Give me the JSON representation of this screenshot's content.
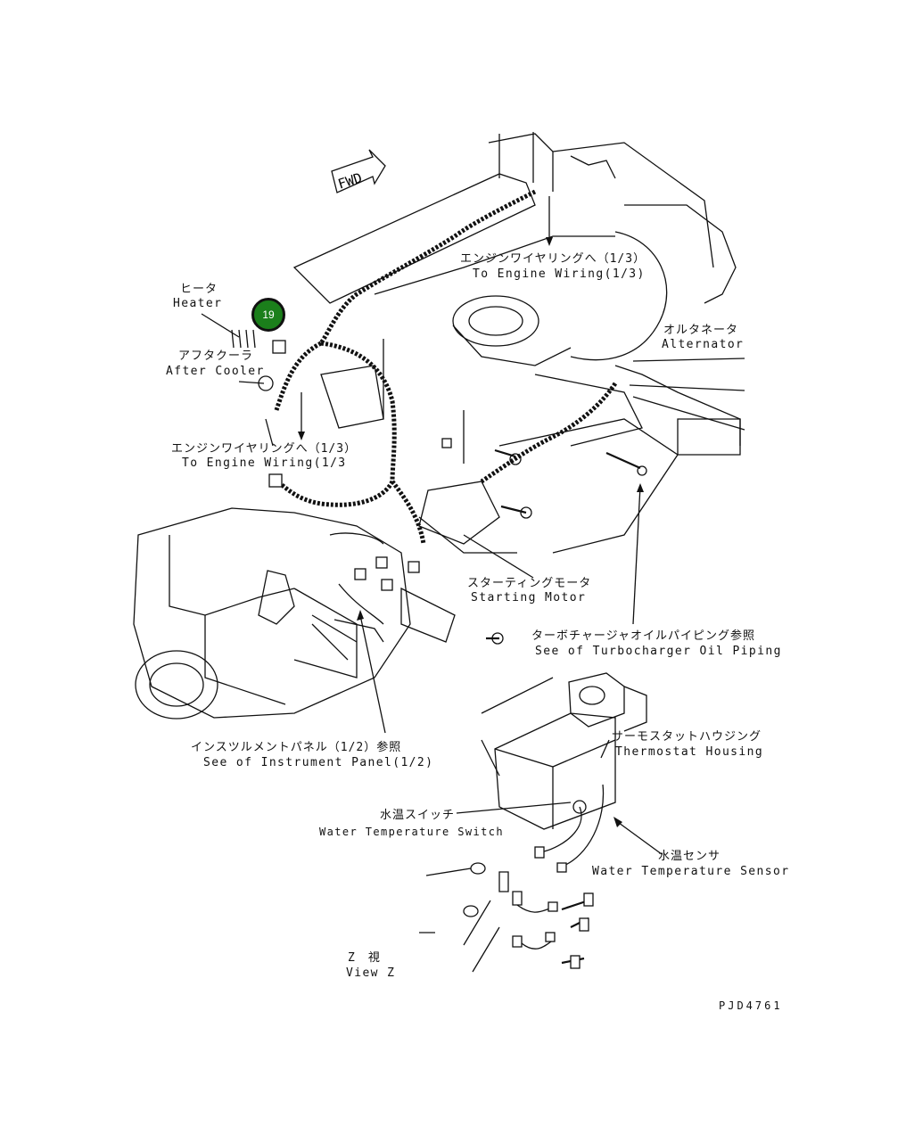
{
  "callout_badge": {
    "number": "19",
    "color": "#1b7f1b"
  },
  "fwd_arrow": {
    "label": "FWD"
  },
  "labels": {
    "heater": {
      "jp": "ヒータ",
      "en": "Heater"
    },
    "after_cooler": {
      "jp": "アフタクーラ",
      "en": "After Cooler"
    },
    "engine_wiring_top": {
      "jp": "エンジンワイヤリングへ（1/3）",
      "en": "To Engine Wiring(1/3)"
    },
    "engine_wiring_left": {
      "jp": "エンジンワイヤリングへ（1/3）",
      "en": "To Engine Wiring(1/3"
    },
    "alternator": {
      "jp": "オルタネータ",
      "en": "Alternator"
    },
    "starting_motor": {
      "jp": "スターティングモータ",
      "en": "Starting Motor"
    },
    "turbo_oil_piping": {
      "jp": "ターボチャージャオイルパイピング参照",
      "en": "See of Turbocharger Oil Piping"
    },
    "instrument_panel": {
      "jp": "インスツルメントパネル（1/2）参照",
      "en": "See of Instrument Panel(1/2)"
    },
    "thermostat_housing": {
      "jp": "サーモスタットハウジング",
      "en": "Thermostat Housing"
    },
    "water_temp_switch": {
      "jp": "水温スイッチ",
      "en": "Water Temperature Switch"
    },
    "water_temp_sensor": {
      "jp": "水温センサ",
      "en": "Water Temperature Sensor"
    },
    "view_z": {
      "jp": "Z　視",
      "en": "View Z"
    }
  },
  "drawing_code": "PJD4761"
}
